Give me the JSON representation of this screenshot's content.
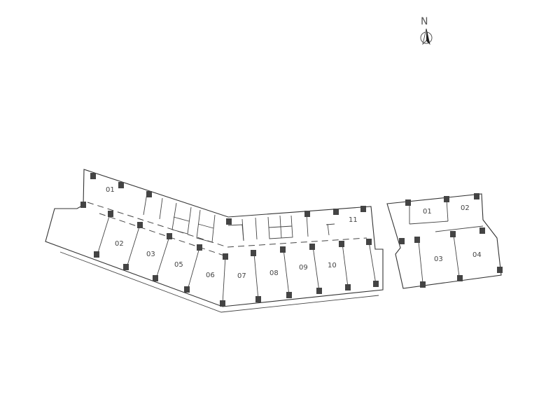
{
  "compass": {
    "label": "N"
  },
  "units": {
    "main": [
      {
        "id": "m01",
        "label": "01"
      },
      {
        "id": "m02",
        "label": "02"
      },
      {
        "id": "m03",
        "label": "03"
      },
      {
        "id": "m05",
        "label": "05"
      },
      {
        "id": "m06",
        "label": "06"
      },
      {
        "id": "m07",
        "label": "07"
      },
      {
        "id": "m08",
        "label": "08"
      },
      {
        "id": "m09",
        "label": "09"
      },
      {
        "id": "m10",
        "label": "10"
      },
      {
        "id": "m11",
        "label": "11"
      }
    ],
    "east": [
      {
        "id": "e01",
        "label": "01"
      },
      {
        "id": "e02",
        "label": "02"
      },
      {
        "id": "e03",
        "label": "03"
      },
      {
        "id": "e04",
        "label": "04"
      }
    ]
  },
  "colors": {
    "wall": "#333333",
    "column": "#444444",
    "text": "#444444"
  }
}
